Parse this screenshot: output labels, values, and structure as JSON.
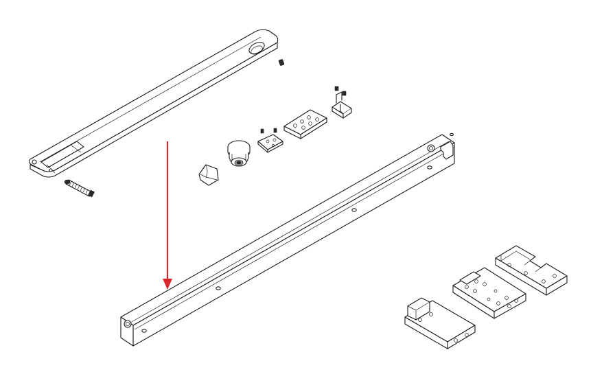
{
  "diagram": {
    "colors": {
      "line": "#1a1a1a",
      "arrow": "#d9262c",
      "background": "#ffffff"
    },
    "parts": [
      "arm",
      "spindle-screw",
      "set-screw",
      "spindle-insert",
      "roller-bearing",
      "clip-bracket",
      "pivot-block",
      "end-bracket",
      "track-rail",
      "mounting-plate-left",
      "mounting-plate-center",
      "mounting-plate-right"
    ],
    "arrow_direction": "down"
  }
}
